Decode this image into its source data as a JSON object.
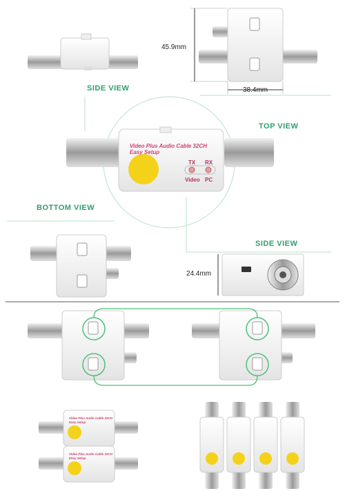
{
  "views": {
    "side_view_top": "SIDE VIEW",
    "top_view": "TOP VIEW",
    "bottom_view": "BOTTOM VIEW",
    "side_view_right": "SIDE  VIEW"
  },
  "dimensions": {
    "height": "45.9mm",
    "width": "38.4mm",
    "depth": "24.4mm"
  },
  "product": {
    "title": "Video Plus Audio Cable 32CH",
    "subtitle": "Easy Setup",
    "tx": "TX",
    "rx": "RX",
    "video": "Video",
    "pc": "PC"
  },
  "colors": {
    "accent_green": "#2e9e6e",
    "label_pink": "#d04070",
    "dot_yellow": "#f4d21a"
  }
}
